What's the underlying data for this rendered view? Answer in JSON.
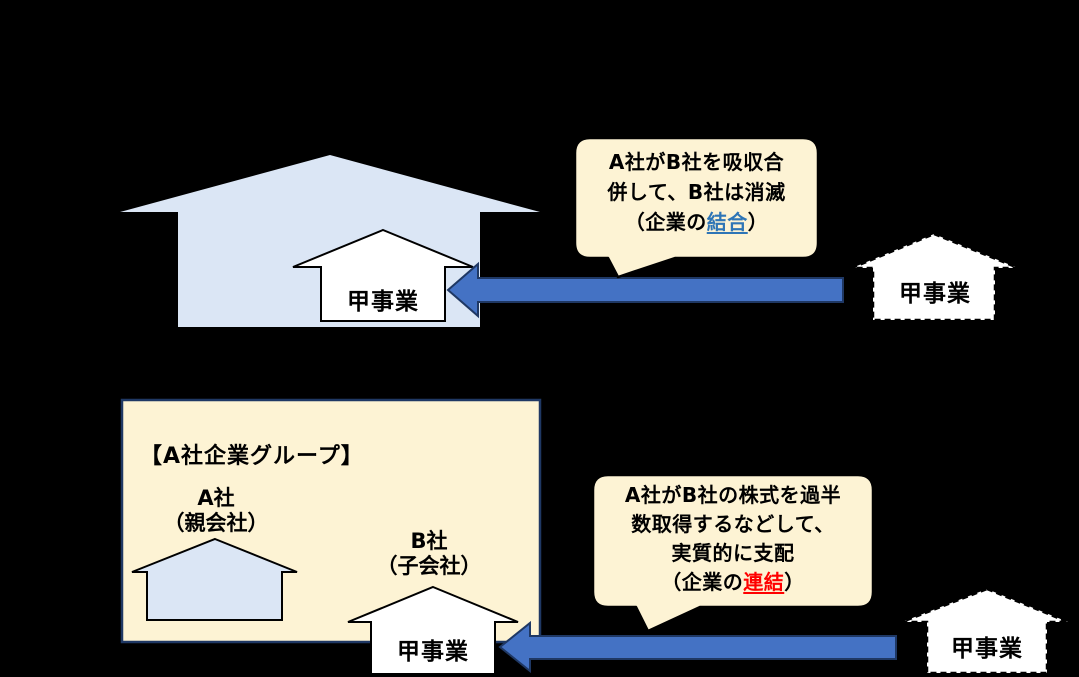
{
  "colors": {
    "background": "#000000",
    "house_light_blue": "#dbe6f5",
    "house_white": "#ffffff",
    "panel_cream": "#fdf3d4",
    "arrow_blue": "#4472c4",
    "arrow_outline": "#1f3864",
    "group_border": "#1f3864",
    "keyword_blue": "#2e75b6",
    "keyword_red": "#ff0000",
    "text": "#000000"
  },
  "top_section": {
    "business_house_label": "甲事業",
    "transferred_house_label": "甲事業",
    "bubble": {
      "line1": "A社がB社を吸収合",
      "line2": "併して、B社は消滅",
      "line3_prefix": "（企業の",
      "line3_keyword": "結合",
      "line3_suffix": "）"
    }
  },
  "bottom_section": {
    "group_title": "【A社企業グループ】",
    "parent_name": "A社",
    "parent_role": "（親会社）",
    "subsidiary_name": "B社",
    "subsidiary_role": "（子会社）",
    "business_house_label": "甲事業",
    "transferred_house_label": "甲事業",
    "bubble": {
      "line1": "A社がB社の株式を過半",
      "line2": "数取得するなどして、",
      "line3": "実質的に支配",
      "line4_prefix": "（企業の",
      "line4_keyword": "連結",
      "line4_suffix": "）"
    }
  }
}
